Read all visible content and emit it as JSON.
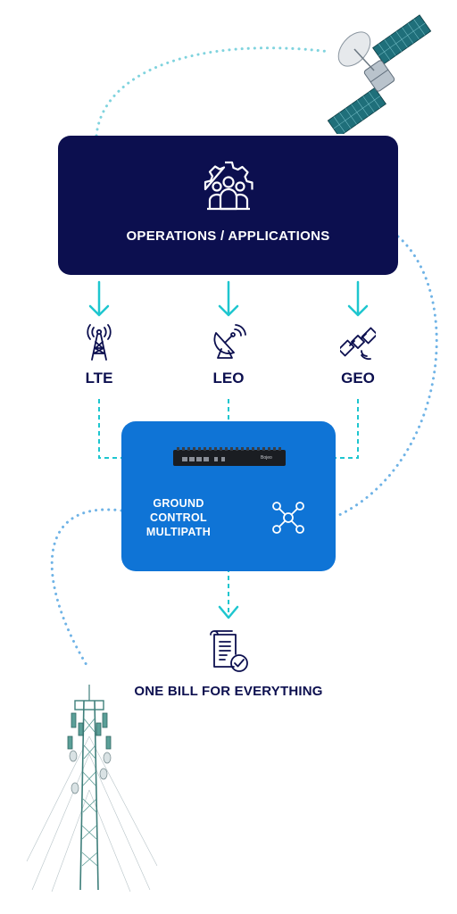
{
  "operations": {
    "label": "OPERATIONS / APPLICATIONS",
    "icon": "operations-gear-team-icon"
  },
  "networks": [
    {
      "label": "LTE",
      "icon": "cell-tower-icon"
    },
    {
      "label": "LEO",
      "icon": "satellite-dish-icon"
    },
    {
      "label": "GEO",
      "icon": "satellite-icon"
    }
  ],
  "ground_control": {
    "line1": "GROUND",
    "line2": "CONTROL",
    "line3": "MULTIPATH",
    "icon": "network-mesh-icon"
  },
  "router": {
    "brand": "Bojeo"
  },
  "bill": {
    "label": "ONE BILL FOR EVERYTHING",
    "icon": "invoice-check-icon"
  },
  "colors": {
    "navy": "#0c0f4f",
    "blue": "#0f74d6",
    "teal": "#1ec6cf",
    "dotted_blue": "#6fb3e6"
  }
}
